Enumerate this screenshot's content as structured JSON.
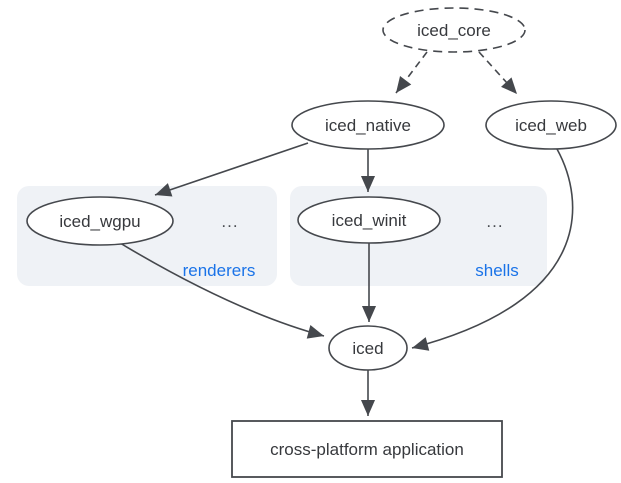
{
  "colors": {
    "background": "#ffffff",
    "line": "#45484d",
    "text": "#37393d",
    "accent_blue": "#1a73e8",
    "group_fill": "#eff2f6"
  },
  "nodes": {
    "iced_core": "iced_core",
    "iced_native": "iced_native",
    "iced_web": "iced_web",
    "iced_wgpu": "iced_wgpu",
    "iced_winit": "iced_winit",
    "iced": "iced",
    "app": "cross-platform application"
  },
  "groups": {
    "renderers": {
      "label": "renderers",
      "ellipsis": "..."
    },
    "shells": {
      "label": "shells",
      "ellipsis": "..."
    }
  },
  "edges": [
    {
      "from": "iced_core",
      "to": "iced_native",
      "style": "dashed"
    },
    {
      "from": "iced_core",
      "to": "iced_web",
      "style": "dashed"
    },
    {
      "from": "iced_native",
      "to": "iced_wgpu",
      "style": "solid"
    },
    {
      "from": "iced_native",
      "to": "iced_winit",
      "style": "solid"
    },
    {
      "from": "iced_wgpu",
      "to": "iced",
      "style": "solid"
    },
    {
      "from": "iced_winit",
      "to": "iced",
      "style": "solid"
    },
    {
      "from": "iced_web",
      "to": "iced",
      "style": "solid"
    },
    {
      "from": "iced",
      "to": "app",
      "style": "solid"
    }
  ]
}
